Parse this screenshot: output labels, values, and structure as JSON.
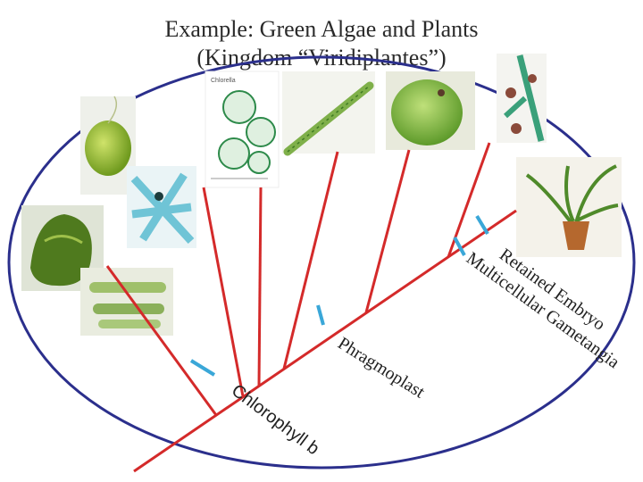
{
  "title": {
    "line1": "Example: Green Algae and Plants",
    "line2": "(Kingdom “Viridiplantes”)"
  },
  "photo_caption": "Chlorella",
  "traits": [
    "Chlorophyll b",
    "Phragmoplast",
    "Multicellular Gametangia",
    "Retained Embryo"
  ],
  "colors": {
    "ellipse": "#2b2f8c",
    "branches": "#d42a2a",
    "markers": "#3aa7d8",
    "text": "#222222"
  }
}
